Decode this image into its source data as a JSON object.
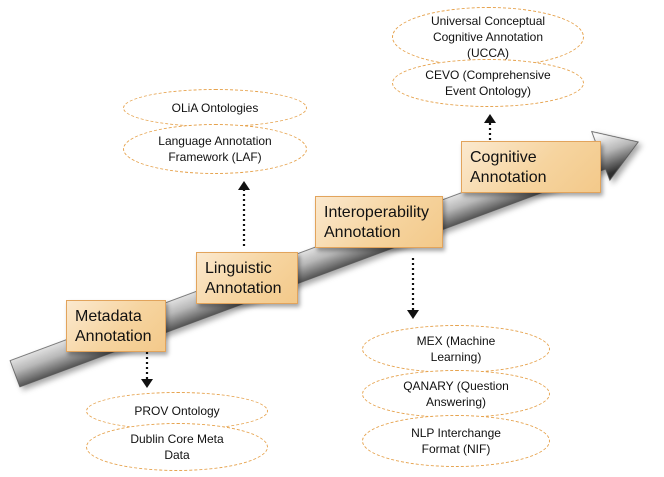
{
  "stages": [
    {
      "id": "metadata",
      "lines": [
        "Metadata",
        "Annotation"
      ]
    },
    {
      "id": "linguistic",
      "lines": [
        "Linguistic",
        "Annotation"
      ]
    },
    {
      "id": "interoperability",
      "lines": [
        "Interoperability",
        "Annotation"
      ]
    },
    {
      "id": "cognitive",
      "lines": [
        "Cognitive",
        "Annotation"
      ]
    }
  ],
  "bubbles": {
    "metadata": [
      {
        "lines": [
          "PROV Ontology"
        ]
      },
      {
        "lines": [
          "Dublin Core Meta",
          "Data"
        ]
      }
    ],
    "linguistic": [
      {
        "lines": [
          "OLiA Ontologies"
        ]
      },
      {
        "lines": [
          "Language Annotation",
          "Framework (LAF)"
        ]
      }
    ],
    "interoperability": [
      {
        "lines": [
          "MEX (Machine",
          "Learning)"
        ]
      },
      {
        "lines": [
          "QANARY (Question",
          "Answering)"
        ]
      },
      {
        "lines": [
          "NLP Interchange",
          "Format (NIF)"
        ]
      }
    ],
    "cognitive": [
      {
        "lines": [
          "Universal Conceptual",
          "Cognitive Annotation",
          "(UCCA)"
        ]
      },
      {
        "lines": [
          "CEVO (Comprehensive",
          "Event Ontology)"
        ]
      }
    ]
  },
  "colors": {
    "arrow_dark": "#3a3a3a",
    "arrow_light": "#f4f4f4",
    "stage_border": "#e2a45c",
    "bubble_border": "#e6a24c"
  }
}
